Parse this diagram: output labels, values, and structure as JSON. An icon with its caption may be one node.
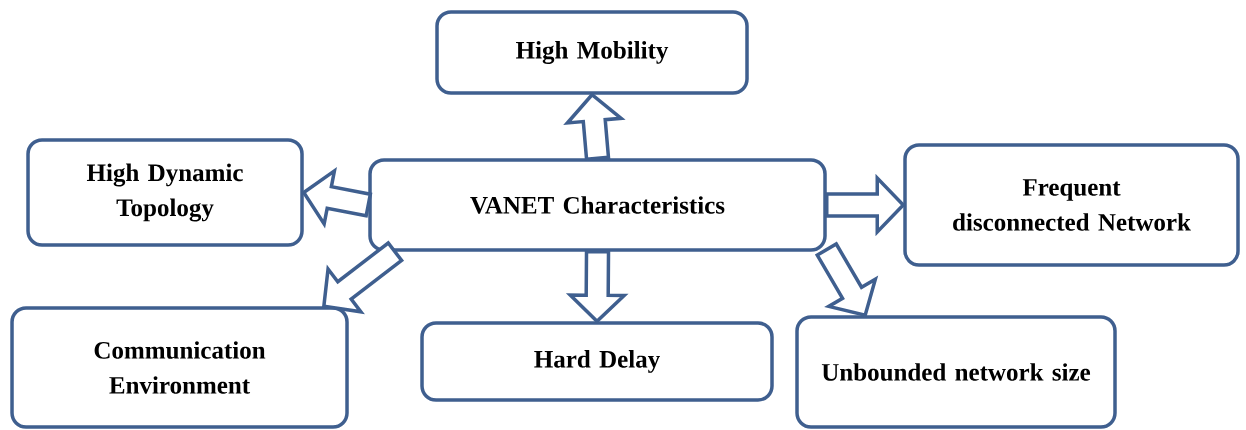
{
  "diagram": {
    "nodes": [
      {
        "text": [
          "High Mobility"
        ]
      },
      {
        "text": [
          "High Dynamic Topology"
        ]
      },
      {
        "text": [
          "VANET Characteristics"
        ]
      },
      {
        "text": [
          "Frequent disconnected Network"
        ]
      },
      {
        "text": [
          "Communication Environment"
        ]
      },
      {
        "text": [
          "Hard Delay"
        ]
      },
      {
        "text": [
          "Unbounded network size"
        ]
      }
    ],
    "edges": [
      {
        "from": 2,
        "to": 0,
        "arrow": "to"
      },
      {
        "from": 2,
        "to": 1,
        "arrow": "to"
      },
      {
        "from": 2,
        "to": 3,
        "arrow": "to"
      },
      {
        "from": 2,
        "to": 4,
        "arrow": "to"
      },
      {
        "from": 2,
        "to": 5,
        "arrow": "to"
      },
      {
        "from": 2,
        "to": 6,
        "arrow": "to"
      }
    ]
  }
}
